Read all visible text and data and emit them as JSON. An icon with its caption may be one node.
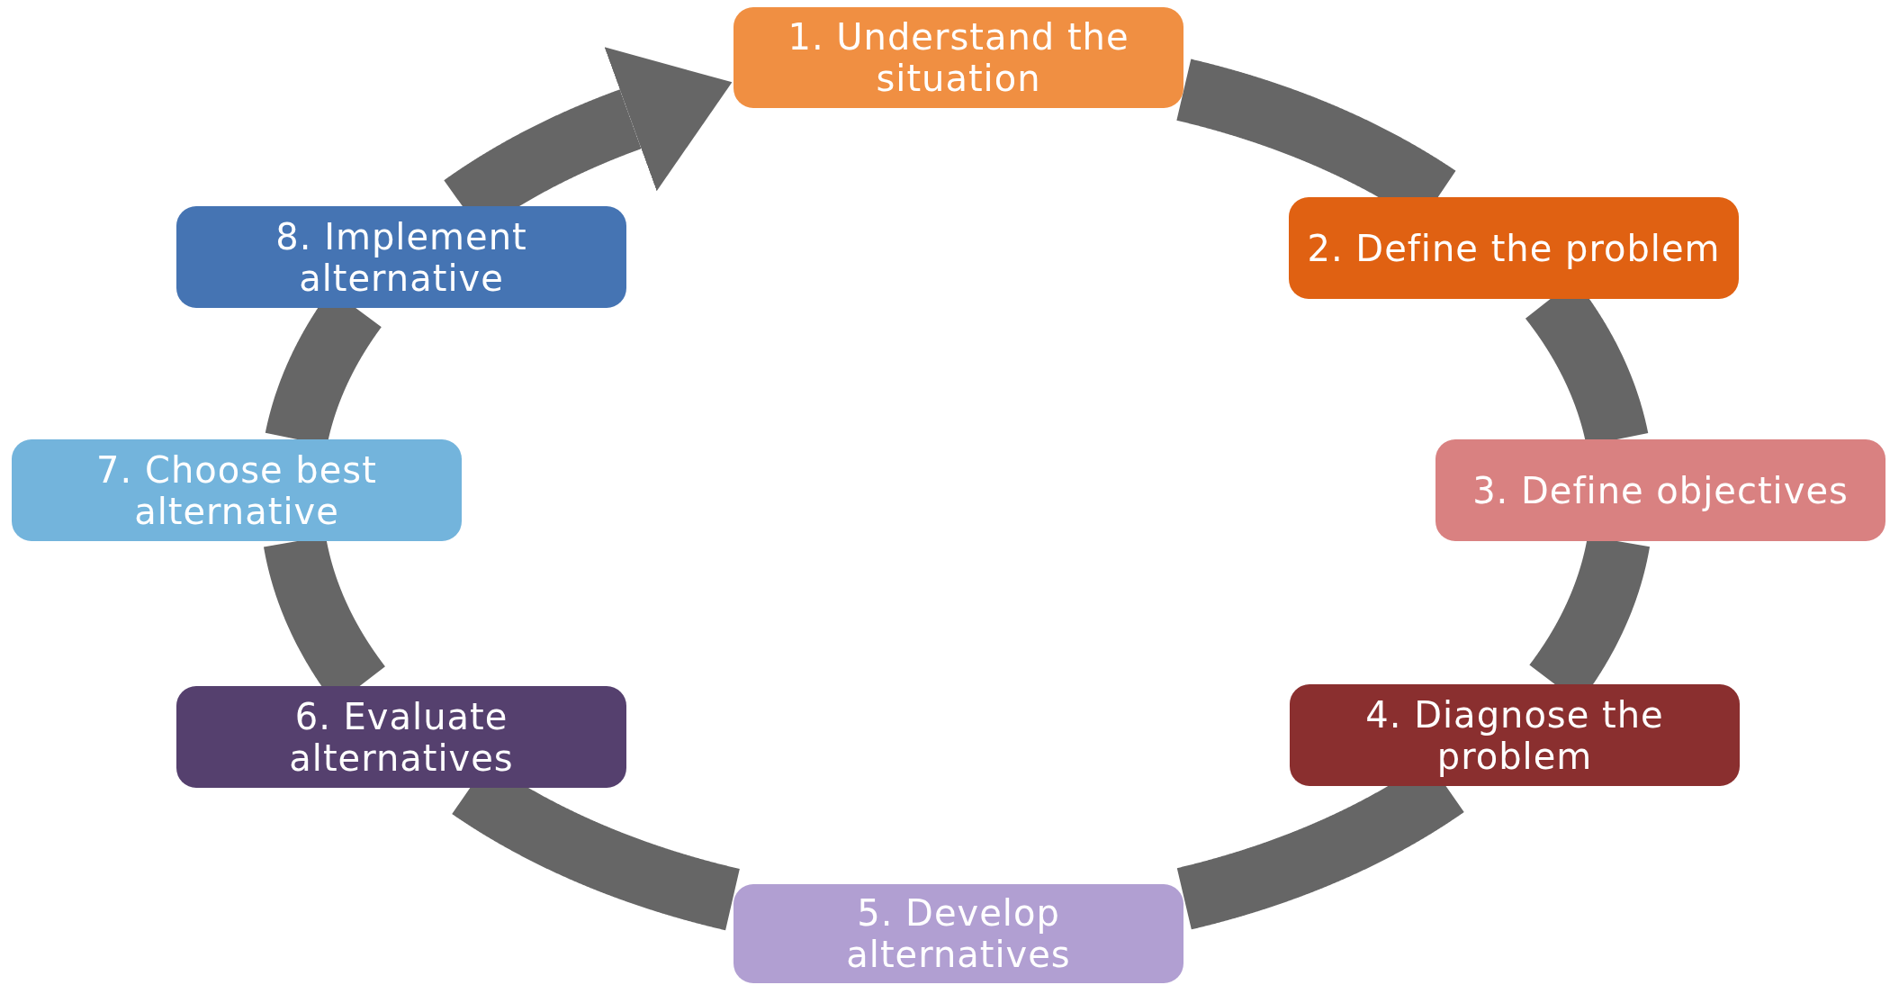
{
  "diagram": {
    "nodes": [
      {
        "text": [
          "1. Understand the situation"
        ]
      },
      {
        "text": [
          "2. Define the problem"
        ]
      },
      {
        "text": [
          "3. Define objectives"
        ]
      },
      {
        "text": [
          "4. Diagnose the problem"
        ]
      },
      {
        "text": [
          "5. Develop alternatives"
        ]
      },
      {
        "text": [
          "6. Evaluate alternatives"
        ]
      },
      {
        "text": [
          "7. Choose best alternative"
        ]
      },
      {
        "text": [
          "8. Implement alternative"
        ]
      }
    ],
    "edges": [
      {
        "from": 0,
        "to": 1,
        "arrow": "none"
      },
      {
        "from": 1,
        "to": 2,
        "arrow": "none"
      },
      {
        "from": 2,
        "to": 3,
        "arrow": "none"
      },
      {
        "from": 3,
        "to": 4,
        "arrow": "none"
      },
      {
        "from": 4,
        "to": 5,
        "arrow": "none"
      },
      {
        "from": 5,
        "to": 6,
        "arrow": "none"
      },
      {
        "from": 6,
        "to": 7,
        "arrow": "none"
      },
      {
        "from": 7,
        "to": 0,
        "arrow": "to"
      }
    ]
  }
}
